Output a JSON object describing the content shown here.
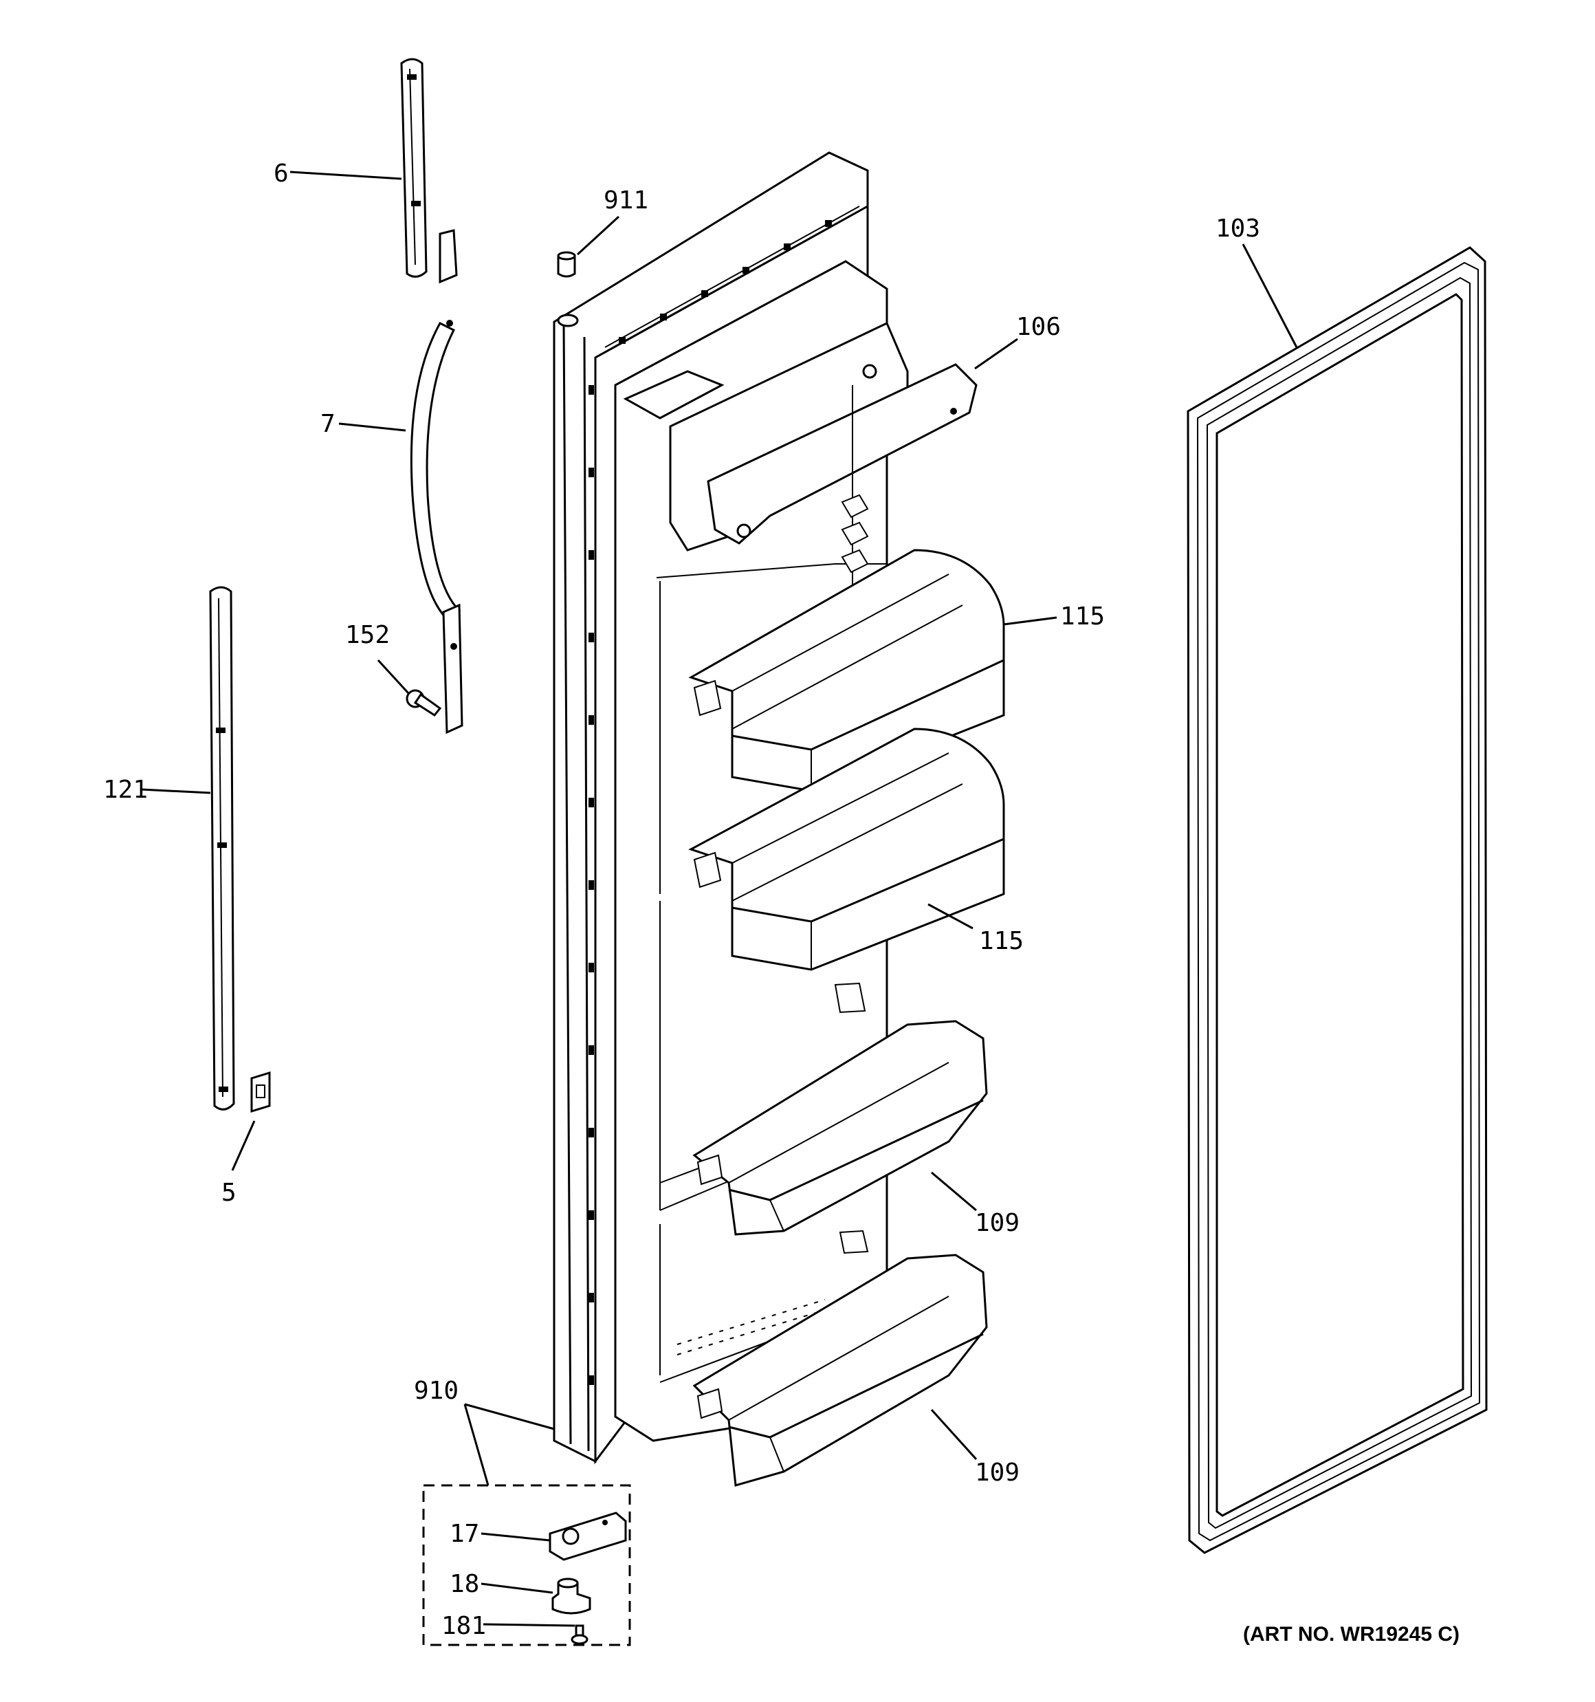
{
  "diagram": {
    "callouts": {
      "c6": "6",
      "c7": "7",
      "c152": "152",
      "c121": "121",
      "c5": "5",
      "c911": "911",
      "c106": "106",
      "c115a": "115",
      "c115b": "115",
      "c109a": "109",
      "c109b": "109",
      "c103": "103",
      "c910": "910",
      "c17": "17",
      "c18": "18",
      "c181": "181"
    },
    "art_number": "(ART NO. WR19245 C)"
  }
}
